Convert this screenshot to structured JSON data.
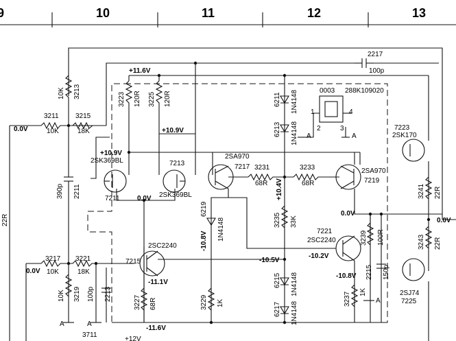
{
  "grid": {
    "labels": [
      "9",
      "10",
      "11",
      "12",
      "13"
    ]
  },
  "rail": {
    "top": "+11.6V",
    "bottom": "-11.6V",
    "bottom_partial": "+12V"
  },
  "side_net": "22R",
  "components": {
    "c2217": {
      "ref": "2217",
      "value": "100p"
    },
    "r3213": {
      "ref": "3213",
      "value": "10K"
    },
    "r3211": {
      "ref": "3211",
      "value": "10K"
    },
    "r3215": {
      "ref": "3215",
      "value": "18K"
    },
    "r3223": {
      "ref": "3223",
      "value": "120R"
    },
    "r3225": {
      "ref": "3225",
      "value": "120R"
    },
    "c2211": {
      "ref": "2211",
      "value": "390p"
    },
    "q7211": {
      "ref": "7211",
      "type": "2SK369BL"
    },
    "q7213": {
      "ref": "7213",
      "type": "2SK369BL"
    },
    "q7217": {
      "ref": "7217",
      "type": "2SA970"
    },
    "r3231": {
      "ref": "3231",
      "value": "68R"
    },
    "r3233": {
      "ref": "3233",
      "value": "68R"
    },
    "q7219": {
      "ref": "7219",
      "type": "2SA970"
    },
    "d6211": {
      "ref": "6211",
      "type": "1N4148"
    },
    "d6213": {
      "ref": "6213",
      "type": "1N4148"
    },
    "u0003": {
      "ref": "0003",
      "type": "288K109020",
      "pins": [
        "1",
        "2",
        "3",
        "4"
      ],
      "ground": "A"
    },
    "q7223": {
      "ref": "7223",
      "type": "2SK170"
    },
    "r3241": {
      "ref": "3241",
      "value": "22R"
    },
    "r3243": {
      "ref": "3243",
      "value": "22R"
    },
    "q7225": {
      "ref": "7225",
      "type": "2SJ74"
    },
    "d6219": {
      "ref": "6219",
      "type": "1N4148"
    },
    "r3235": {
      "ref": "3235",
      "value": "33K"
    },
    "q7221": {
      "ref": "7221",
      "type": "2SC2240"
    },
    "r3239": {
      "ref": "3239",
      "value": "100R"
    },
    "c2215": {
      "ref": "2215",
      "value": "150p"
    },
    "q7215": {
      "ref": "7215",
      "type": "2SC2240"
    },
    "r3217": {
      "ref": "3217",
      "value": "10K"
    },
    "r3221": {
      "ref": "3221",
      "value": "18K"
    },
    "r3219": {
      "ref": "3219",
      "value": "10K"
    },
    "c2213": {
      "ref": "2213",
      "value": "100p"
    },
    "r3227": {
      "ref": "3227",
      "value": "68R"
    },
    "r3229": {
      "ref": "3229",
      "value": "1K"
    },
    "d6215": {
      "ref": "6215",
      "type": "1N4148"
    },
    "d6217": {
      "ref": "6217",
      "type": "1N4148"
    },
    "r3237": {
      "ref": "3237",
      "value": "1K"
    },
    "x3711": {
      "ref": "3711"
    }
  },
  "ground": {
    "label": "A"
  },
  "voltages": {
    "in_top": "0.0V",
    "in_bottom": "0.0V",
    "v_10_9_top": "+10.9V",
    "v_10_9_left": "+10.9V",
    "v_0_0_mid": "0.0V",
    "v_10_4": "+10.4V",
    "v_10_8": "-10.8V",
    "v_10_5": "-10.5V",
    "v_10_2": "-10.2V",
    "v_10_8b": "-10.8V",
    "v_11_1": "-11.1V",
    "v_0_0_right": "0.0V",
    "v_0_0_out": "0.0V"
  }
}
